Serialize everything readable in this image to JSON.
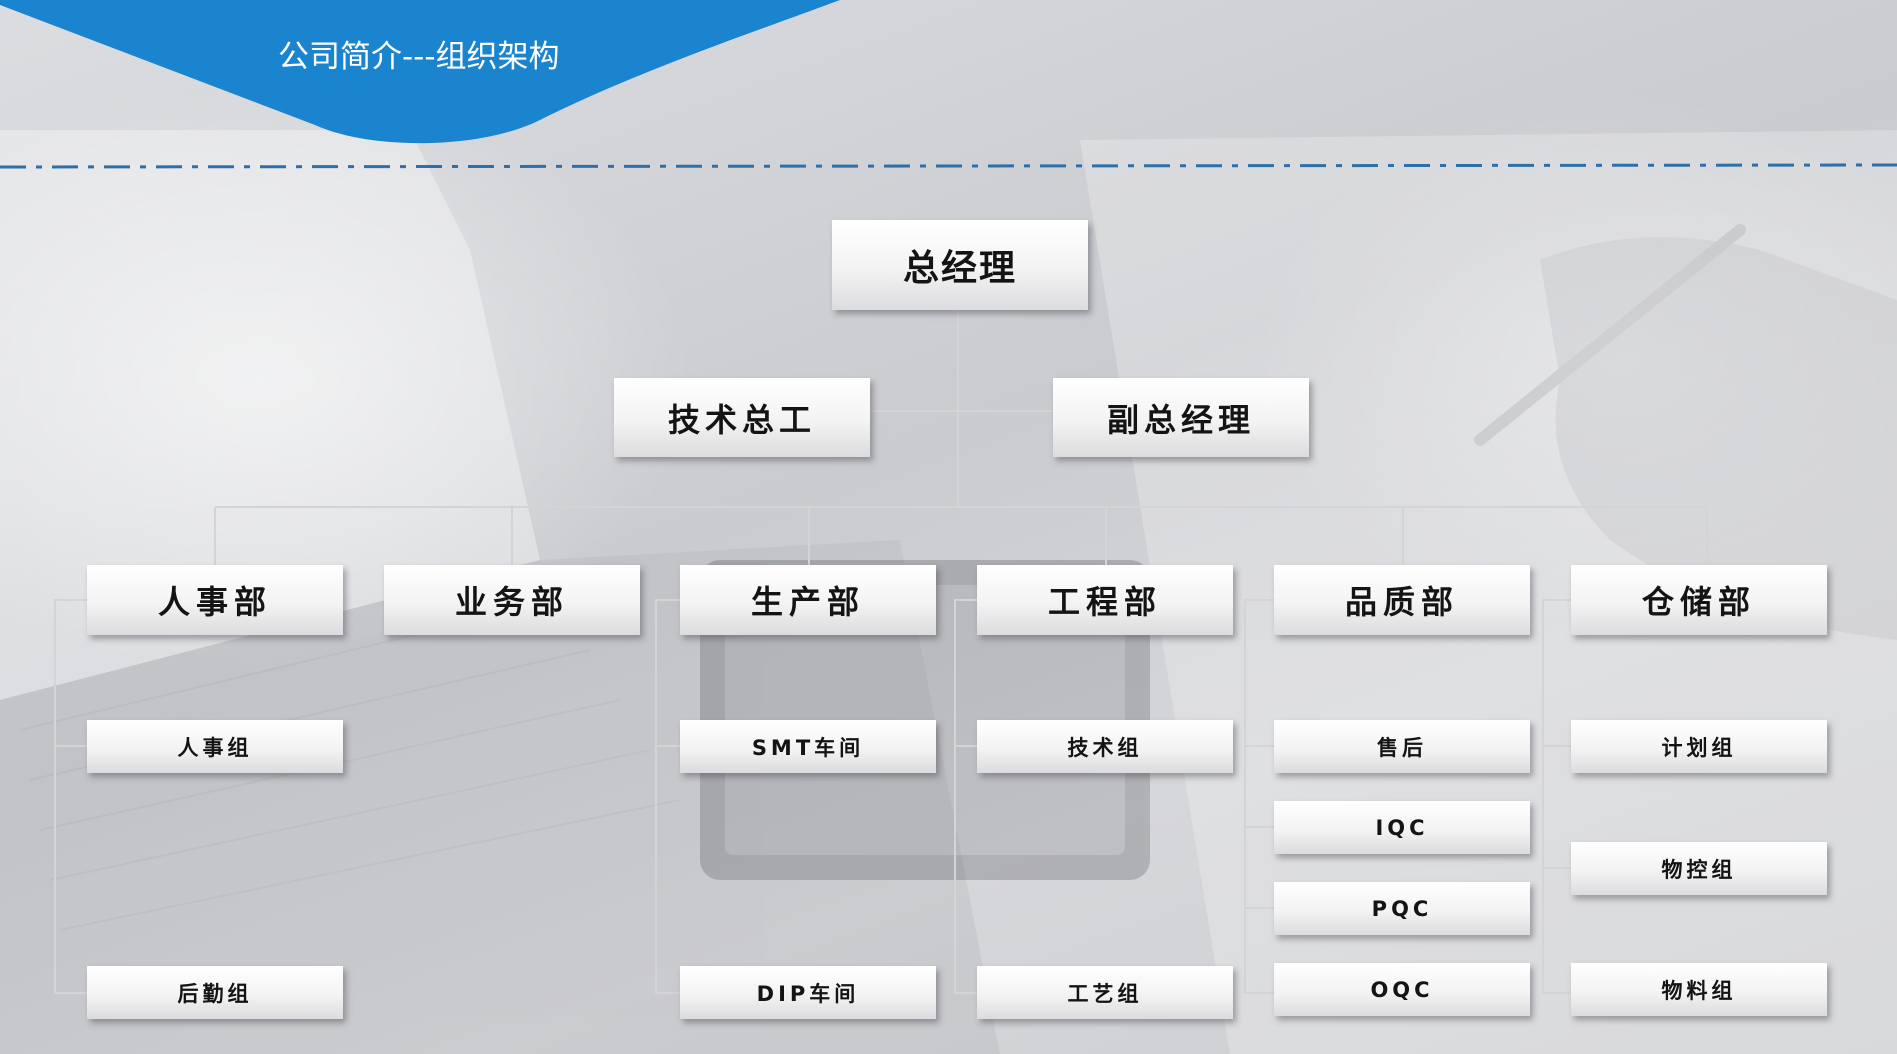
{
  "header": {
    "title": "公司简介---组织架构",
    "accent_color": "#1b84cf",
    "divider_color": "#2f6fa8"
  },
  "org": {
    "ceo": "总经理",
    "chief_engineer": "技术总工",
    "deputy_gm": "副总经理",
    "departments": [
      {
        "name": "人事部",
        "groups": [
          "人事组",
          "后勤组"
        ]
      },
      {
        "name": "业务部",
        "groups": []
      },
      {
        "name": "生产部",
        "groups": [
          "SMT车间",
          "DIP车间"
        ]
      },
      {
        "name": "工程部",
        "groups": [
          "技术组",
          "工艺组"
        ]
      },
      {
        "name": "品质部",
        "groups": [
          "售后",
          "IQC",
          "PQC",
          "OQC"
        ]
      },
      {
        "name": "仓储部",
        "groups": [
          "计划组",
          "物控组",
          "物料组"
        ]
      }
    ]
  }
}
